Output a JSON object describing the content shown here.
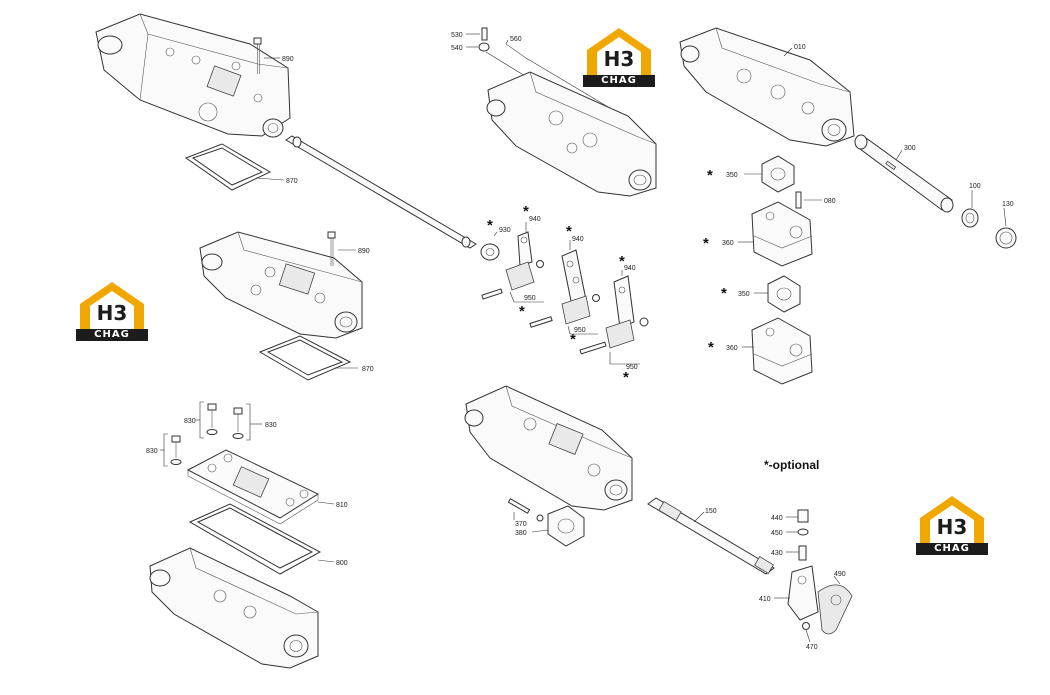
{
  "brand": {
    "mark_text": "H3",
    "name_text": "CHAG",
    "accent_color": "#f0a800",
    "dark_color": "#1c1c1c"
  },
  "legend": {
    "optional_note": "*-optional"
  },
  "part_numbers": {
    "p890a": "890",
    "p870a": "870",
    "p890b": "890",
    "p870b": "870",
    "p830a": "830",
    "p830b": "830",
    "p830c": "830",
    "p810": "810",
    "p800": "800",
    "p530": "530",
    "p540": "540",
    "p560": "560",
    "p930": "930",
    "p940a": "940",
    "p940b": "940",
    "p940c": "940",
    "p950a": "950",
    "p950b": "950",
    "p950c": "950",
    "p010": "010",
    "p300": "300",
    "p350a": "350",
    "p080": "080",
    "p100": "100",
    "p130": "130",
    "p360a": "360",
    "p350b": "350",
    "p360b": "360",
    "p370": "370",
    "p380": "380",
    "p150": "150",
    "p440": "440",
    "p450": "450",
    "p430": "430",
    "p490": "490",
    "p410": "410",
    "p470": "470"
  },
  "optional_marker": "*"
}
